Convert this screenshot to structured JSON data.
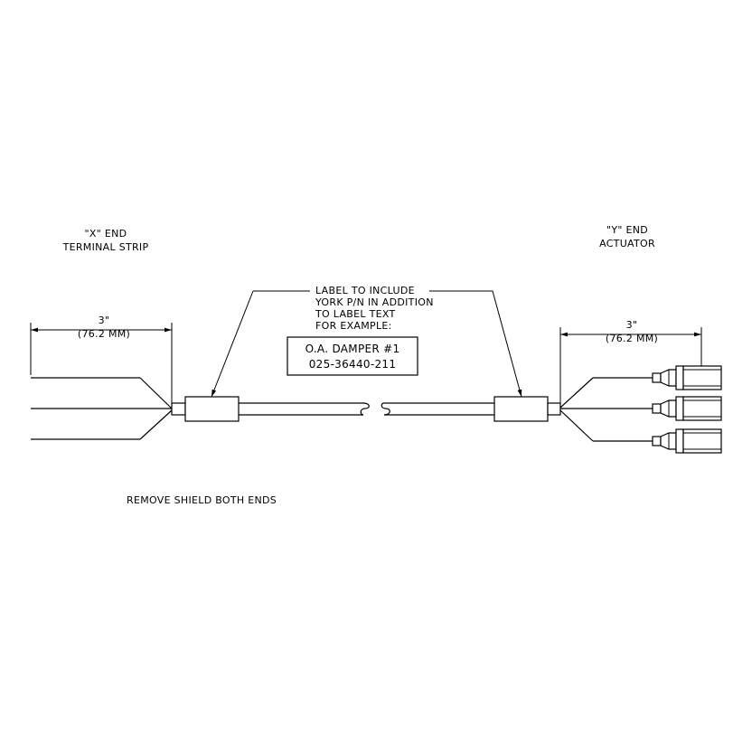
{
  "x_end": {
    "title": "\"X\" END",
    "subtitle": "TERMINAL STRIP",
    "dim_inches": "3\"",
    "dim_mm": "(76.2 MM)"
  },
  "y_end": {
    "title": "\"Y\" END",
    "subtitle": "ACTUATOR",
    "dim_inches": "3\"",
    "dim_mm": "(76.2 MM)"
  },
  "label_note": {
    "line1": "LABEL TO INCLUDE",
    "line2": "YORK P/N IN ADDITION",
    "line3": "TO LABEL TEXT",
    "line4": "FOR EXAMPLE:"
  },
  "example_label": {
    "line1": "O.A. DAMPER #1",
    "line2": "025-36440-211"
  },
  "shield_note": "REMOVE SHIELD BOTH ENDS"
}
